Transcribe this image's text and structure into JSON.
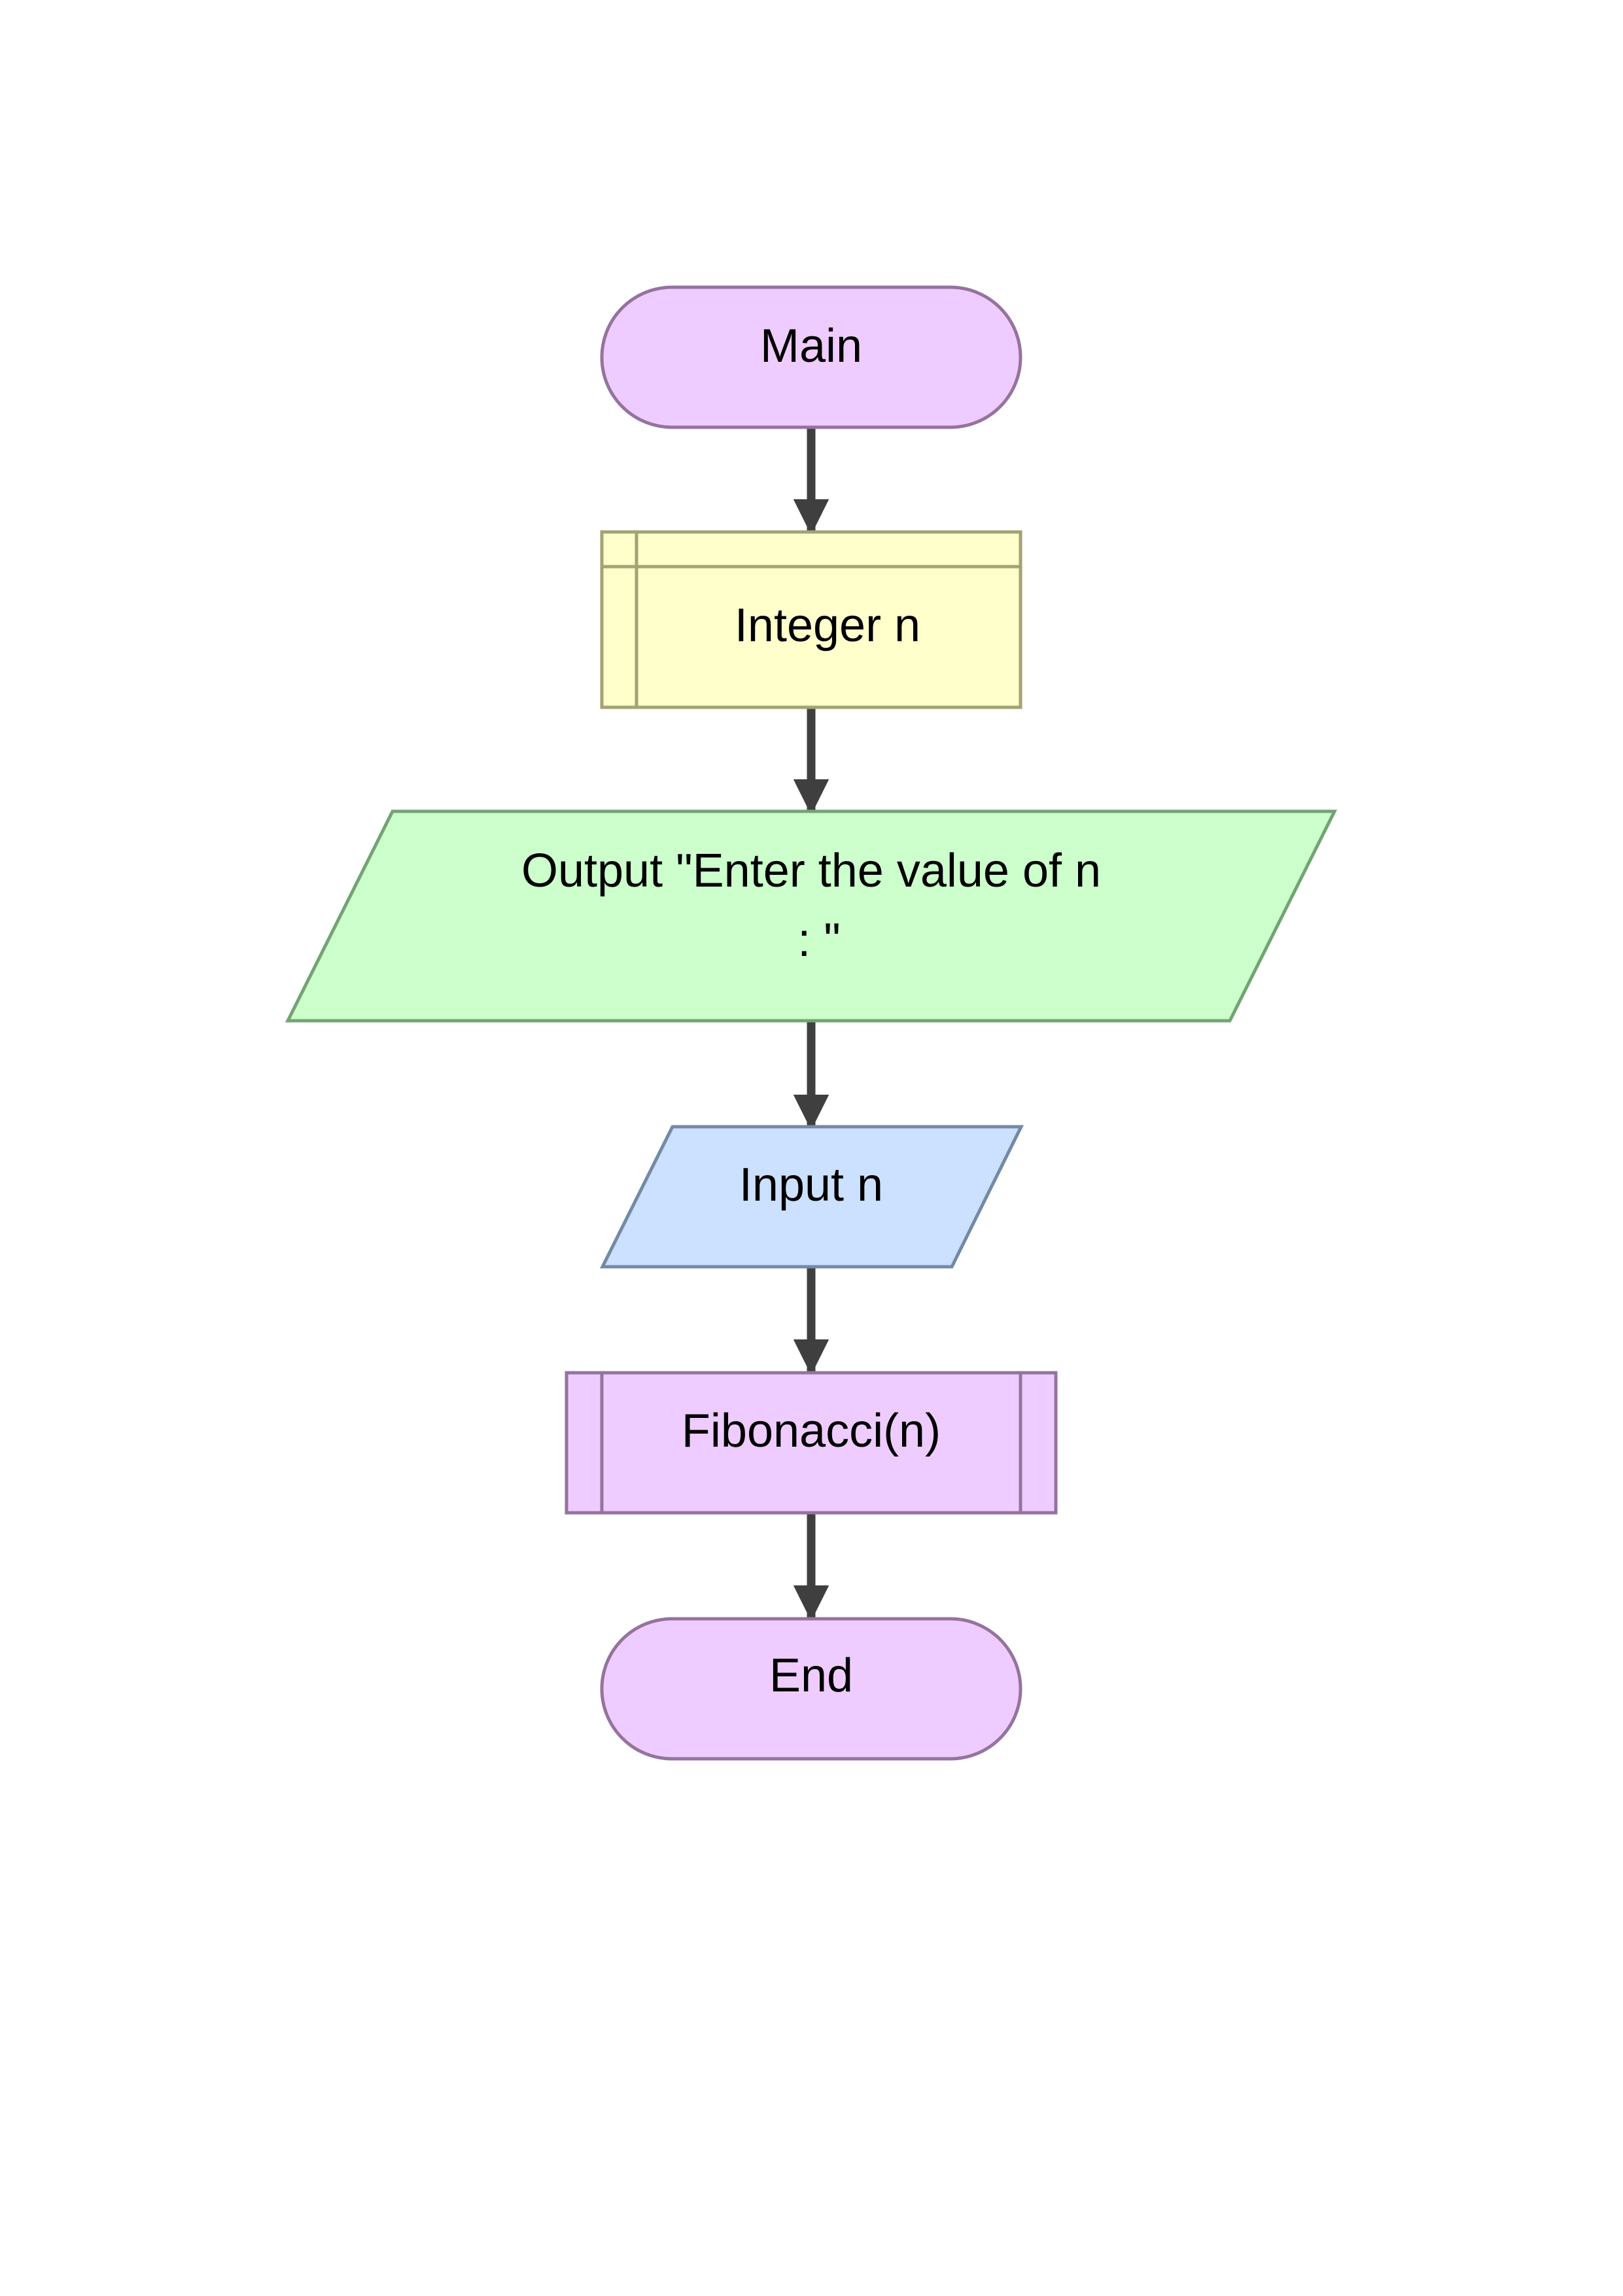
{
  "colors": {
    "terminal_fill": "#eeccff",
    "terminal_stroke": "#95739f",
    "declare_fill": "#ffffcc",
    "declare_stroke": "#a3a373",
    "output_fill": "#ccffcc",
    "output_stroke": "#74a374",
    "input_fill": "#cce0ff",
    "input_stroke": "#7389a6",
    "call_fill": "#eeccff",
    "call_stroke": "#95739f",
    "arrow": "#3f3f3f"
  },
  "nodes": {
    "start": {
      "label": "Main"
    },
    "declare": {
      "label": "Integer n"
    },
    "output": {
      "label_line1": "Output \"Enter the value of n",
      "label_line2": ": \""
    },
    "input": {
      "label": "Input n"
    },
    "call": {
      "label": "Fibonacci(n)"
    },
    "end": {
      "label": "End"
    }
  }
}
